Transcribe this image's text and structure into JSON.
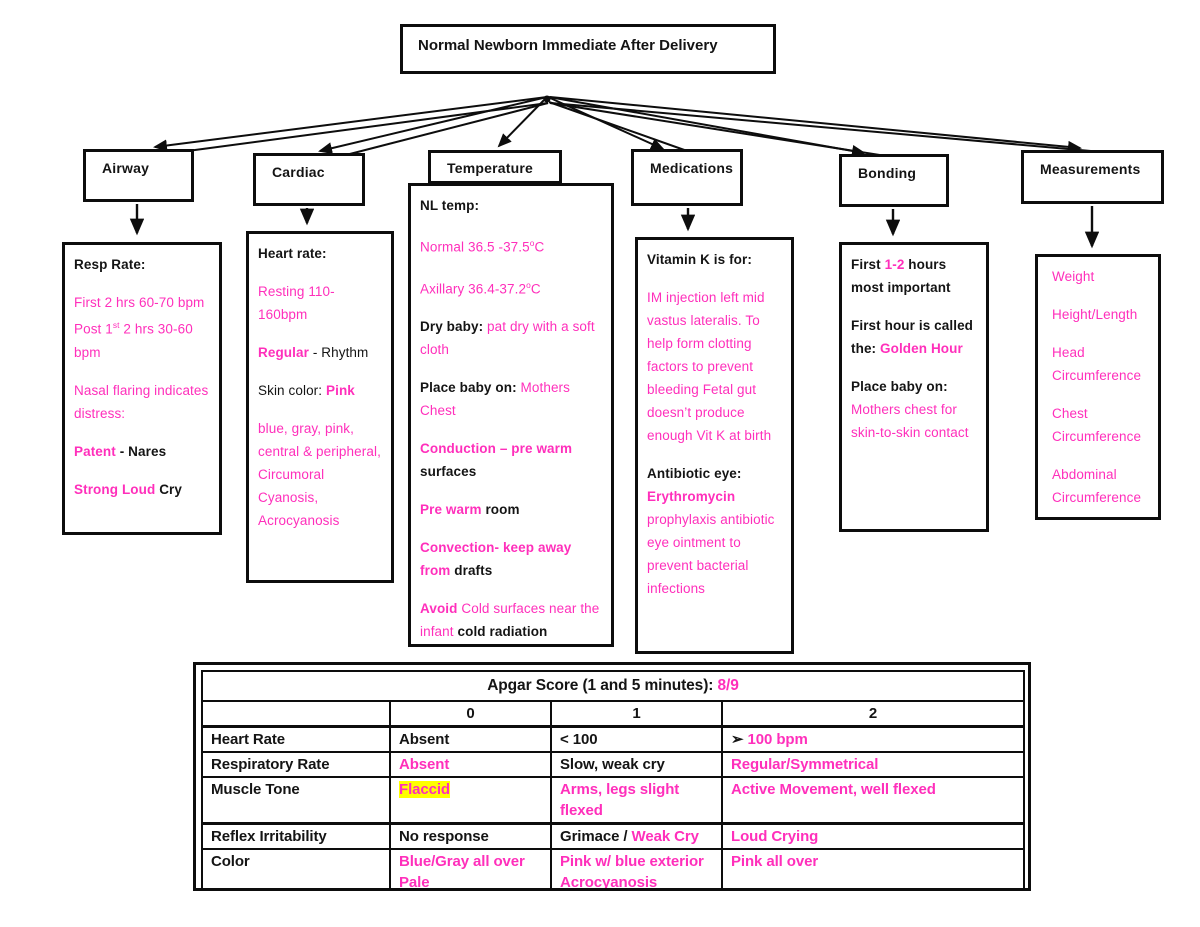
{
  "title": "Normal Newborn Immediate After Delivery",
  "colors": {
    "pink": "#FF2FBB",
    "text": "#141414",
    "highlight": "#FFFF00"
  },
  "branches": [
    {
      "label": "Airway",
      "paragraphs": [
        [
          {
            "t": "Resp Rate:",
            "s": "kb"
          }
        ],
        [
          {
            "t": "First 2 hrs 60-70 bpm Post 1",
            "s": "p"
          },
          {
            "t": "st",
            "s": "p sup"
          },
          {
            "t": " 2 hrs 30-60 bpm",
            "s": "p"
          }
        ],
        [
          {
            "t": "Nasal flaring indicates distress:",
            "s": "p"
          }
        ],
        [
          {
            "t": "Patent ",
            "s": "pb"
          },
          {
            "t": "- Nares",
            "s": "kb"
          }
        ],
        [
          {
            "t": "Strong Loud ",
            "s": "pb"
          },
          {
            "t": "Cry",
            "s": "kb"
          }
        ]
      ]
    },
    {
      "label": "Cardiac",
      "paragraphs": [
        [
          {
            "t": "Heart rate:",
            "s": "kb"
          }
        ],
        [
          {
            "t": "Resting 110-160bpm",
            "s": "p"
          }
        ],
        [
          {
            "t": "Regular ",
            "s": "pb"
          },
          {
            "t": "- Rhythm",
            "s": "k"
          }
        ],
        [
          {
            "t": "Skin color: ",
            "s": "k"
          },
          {
            "t": "Pink",
            "s": "pb"
          }
        ],
        [
          {
            "t": "blue, gray, pink, central & peripheral, Circumoral Cyanosis, Acrocyanosis",
            "s": "p"
          }
        ]
      ]
    },
    {
      "label": "Temperature",
      "paragraphs": [
        [
          {
            "t": "NL temp:",
            "s": "kb"
          }
        ],
        [
          {
            "t": "Normal 36.5 -37.5",
            "s": "p"
          },
          {
            "t": "o",
            "s": "p sup"
          },
          {
            "t": "C",
            "s": "p"
          }
        ],
        [
          {
            "t": "Axillary 36.4-37.2",
            "s": "p"
          },
          {
            "t": "o",
            "s": "p sup"
          },
          {
            "t": "C",
            "s": "p"
          }
        ],
        [
          {
            "t": "Dry baby: ",
            "s": "kb"
          },
          {
            "t": "pat dry with a soft cloth",
            "s": "p"
          }
        ],
        [
          {
            "t": "Place baby on: ",
            "s": "kb"
          },
          {
            "t": "Mothers Chest",
            "s": "p"
          }
        ],
        [
          {
            "t": "Conduction – pre warm ",
            "s": "pb"
          },
          {
            "t": "surfaces",
            "s": "kb"
          }
        ],
        [
          {
            "t": "Pre warm ",
            "s": "pb"
          },
          {
            "t": "room",
            "s": "kb"
          }
        ],
        [
          {
            "t": "Convection- keep away from ",
            "s": "pb"
          },
          {
            "t": "drafts",
            "s": "kb"
          }
        ],
        [
          {
            "t": "Avoid ",
            "s": "pb"
          },
          {
            "t": "Cold surfaces near the infant ",
            "s": "p"
          },
          {
            "t": "cold radiation",
            "s": "kb"
          }
        ]
      ]
    },
    {
      "label": "Medications",
      "paragraphs": [
        [
          {
            "t": "Vitamin K is for:",
            "s": "kb"
          }
        ],
        [
          {
            "t": "IM injection left mid vastus lateralis. To help form clotting factors to prevent bleeding Fetal gut doesn’t produce enough Vit K at birth",
            "s": "p"
          }
        ],
        [
          {
            "t": "Antibiotic eye: ",
            "s": "kb"
          },
          {
            "t": "Erythromycin ",
            "s": "pb"
          },
          {
            "t": "prophylaxis antibiotic eye ointment to prevent bacterial infections",
            "s": "p"
          }
        ]
      ]
    },
    {
      "label": "Bonding",
      "paragraphs": [
        [
          {
            "t": "First ",
            "s": "kb"
          },
          {
            "t": "1-2",
            "s": "pb"
          },
          {
            "t": " hours most important",
            "s": "kb"
          }
        ],
        [
          {
            "t": "First hour is called the: ",
            "s": "kb"
          },
          {
            "t": "Golden Hour",
            "s": "pb"
          }
        ],
        [
          {
            "t": "Place baby on: ",
            "s": "kb"
          },
          {
            "t": "Mothers chest for skin-to-skin contact",
            "s": "p"
          }
        ]
      ]
    },
    {
      "label": "Measurements",
      "paragraphs": [
        [
          {
            "t": "Weight",
            "s": "p"
          }
        ],
        [
          {
            "t": "Height/Length",
            "s": "p"
          }
        ],
        [
          {
            "t": "Head Circumference",
            "s": "p"
          }
        ],
        [
          {
            "t": "Chest Circumference",
            "s": "p"
          }
        ],
        [
          {
            "t": "Abdominal Circumference",
            "s": "p"
          }
        ]
      ]
    }
  ],
  "table": {
    "title_runs": [
      {
        "t": "Apgar Score (1 and 5 minutes): ",
        "s": "kb"
      },
      {
        "t": "8/9",
        "s": "pb"
      }
    ],
    "columns": [
      "",
      "0",
      "1",
      "2"
    ],
    "rows": [
      {
        "label": "Heart Rate",
        "cells": [
          [
            {
              "t": "Absent",
              "s": "k"
            }
          ],
          [
            {
              "t": "< 100",
              "s": "k"
            }
          ],
          [
            {
              "t": "➢  ",
              "s": "k"
            },
            {
              "t": "100 bpm",
              "s": "pb"
            }
          ]
        ]
      },
      {
        "label": "Respiratory Rate",
        "cells": [
          [
            {
              "t": "Absent",
              "s": "p"
            }
          ],
          [
            {
              "t": "Slow, weak cry",
              "s": "k"
            }
          ],
          [
            {
              "t": "Regular/Symmetrical",
              "s": "p"
            }
          ]
        ]
      },
      {
        "label": "Muscle Tone",
        "cells": [
          [
            {
              "t": "Flaccid",
              "s": "p hl"
            }
          ],
          [
            {
              "t": "Arms, legs slight flexed",
              "s": "p"
            }
          ],
          [
            {
              "t": "Active Movement, well flexed",
              "s": "p"
            }
          ]
        ]
      },
      {
        "label": "Reflex Irritability",
        "cells": [
          [
            {
              "t": "No response",
              "s": "k"
            }
          ],
          [
            {
              "t": "Grimace / ",
              "s": "k"
            },
            {
              "t": "Weak Cry",
              "s": "p"
            }
          ],
          [
            {
              "t": "Loud Crying",
              "s": "p"
            }
          ]
        ]
      },
      {
        "label": "Color",
        "cells": [
          [
            {
              "t": "Blue/Gray all over Pale",
              "s": "p"
            }
          ],
          [
            {
              "t": "Pink w/ blue exterior Acrocyanosis",
              "s": "p"
            }
          ],
          [
            {
              "t": "Pink all over",
              "s": "p"
            }
          ]
        ]
      }
    ]
  }
}
